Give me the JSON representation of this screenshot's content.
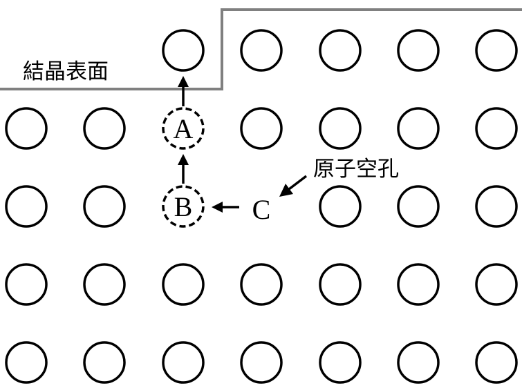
{
  "labels": {
    "surface": "結晶表面",
    "vacancy": "原子空孔",
    "site_a": "A",
    "site_b": "B",
    "site_c": "C"
  },
  "colors": {
    "surface_line": "#808080",
    "atom_stroke": "#000000",
    "background": "#ffffff"
  },
  "lattice": {
    "columns_x": [
      38,
      151,
      265,
      378,
      492,
      605,
      718
    ],
    "rows_y": [
      73,
      186,
      299,
      412,
      525
    ],
    "radius": 29,
    "top_row_occupied_columns": [
      2,
      3,
      4,
      5,
      6
    ],
    "dashed_sites": [
      [
        2,
        1
      ],
      [
        2,
        2
      ]
    ],
    "vacancy_site": [
      3,
      2
    ]
  },
  "arrows": [
    {
      "from": "A",
      "to": "surface-atom",
      "direction": "up"
    },
    {
      "from": "B",
      "to": "A",
      "direction": "up"
    },
    {
      "from": "C",
      "to": "B",
      "direction": "left"
    },
    {
      "from": "vacancy-label",
      "to": "C",
      "direction": "down-left"
    }
  ]
}
